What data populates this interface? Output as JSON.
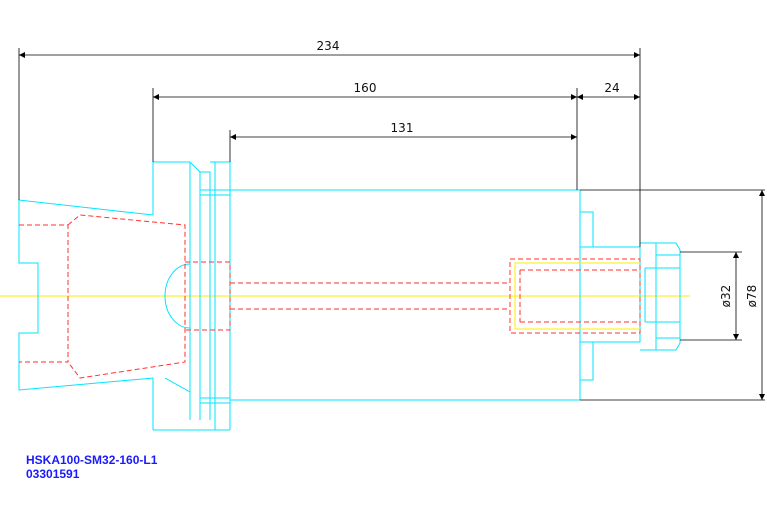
{
  "drawing": {
    "dimensions": {
      "overall_length": "234",
      "body_length": "160",
      "projection_length": "24",
      "shank_length": "131",
      "bore_diameter": "ø32",
      "outer_diameter": "ø78"
    },
    "part_number": "HSKA100-SM32-160-L1",
    "article_number": "03301591"
  },
  "colors": {
    "outline": "#00e5ff",
    "hidden": "#ff3333",
    "centerline": "#ffee00",
    "dimension": "#000000",
    "caption": "#1a1aff"
  }
}
